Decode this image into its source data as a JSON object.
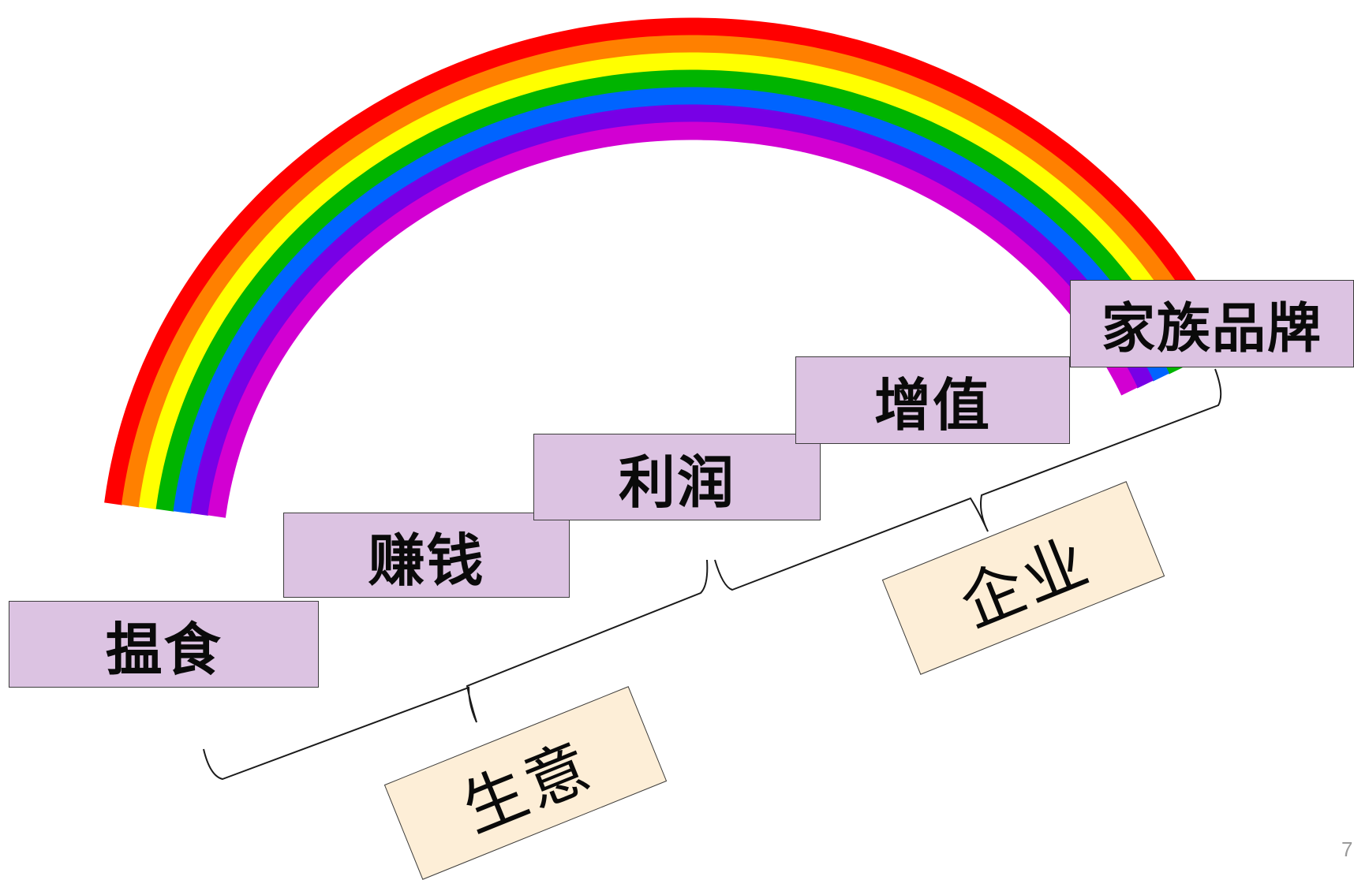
{
  "rainbow": {
    "colors": [
      "#ff0000",
      "#ff8000",
      "#ffff00",
      "#00b400",
      "#0064ff",
      "#7800e6",
      "#d200d2"
    ]
  },
  "steps": [
    {
      "id": "step-1",
      "label": "揾食"
    },
    {
      "id": "step-2",
      "label": "赚钱"
    },
    {
      "id": "step-3",
      "label": "利润"
    },
    {
      "id": "step-4",
      "label": "增值"
    },
    {
      "id": "step-5",
      "label": "家族品牌"
    }
  ],
  "groups": [
    {
      "id": "group-business",
      "label": "生意"
    },
    {
      "id": "group-enterprise",
      "label": "企业"
    }
  ],
  "colors": {
    "step_fill": "#dcc3e2",
    "group_fill": "#fdeed7",
    "outline": "#3c3c3c"
  },
  "page_number": "7"
}
